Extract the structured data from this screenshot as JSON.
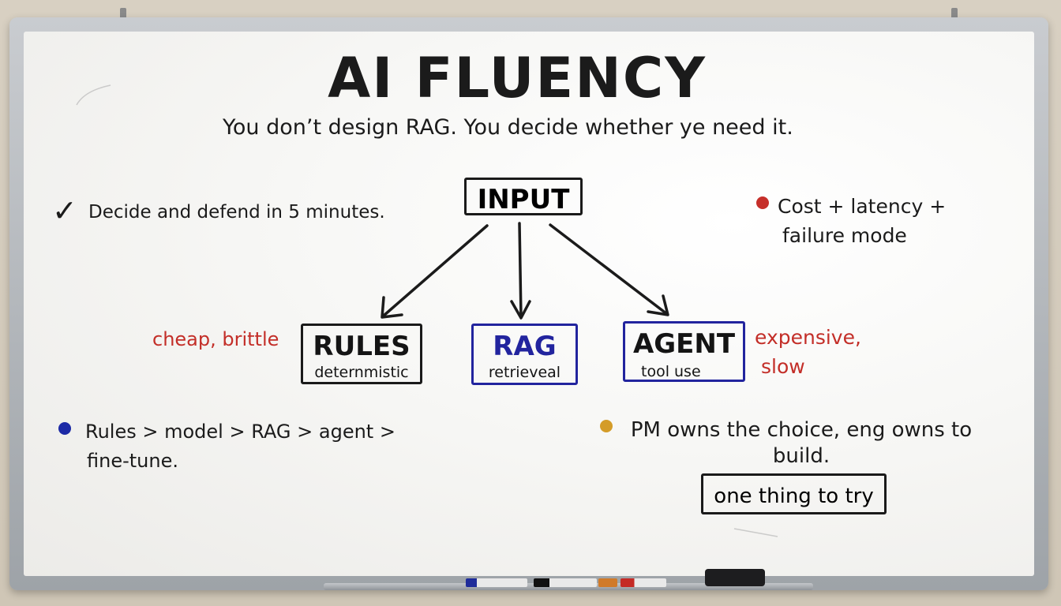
{
  "board": {
    "title": "AI FLUENCY",
    "subtitle": "You don’t design RAG. You decide whether ye need it.",
    "check_symbol": "✓",
    "decide_text": "Decide and defend in 5 minutes.",
    "cost_text": [
      "Cost + latency +",
      "failure mode"
    ],
    "diagram": {
      "input": "INPUT",
      "rules": {
        "title": "RULES",
        "sub": "deternmistic"
      },
      "rag": {
        "title": "RAG",
        "sub": "retrieveal"
      },
      "agent": {
        "title": "AGENT",
        "sub": "tool use"
      }
    },
    "cheap_note": "cheap, brittle",
    "expensive_note": [
      "expensive,",
      "slow"
    ],
    "order_text": [
      "Rules > model > RAG > agent >",
      "fine-tune."
    ],
    "pm_text": [
      "PM owns the choice, eng owns to",
      "build."
    ],
    "try_box": "one thing to try"
  },
  "colors": {
    "ink_black": "#1b1b1b",
    "ink_red": "#c32e28",
    "ink_blue": "#22249e",
    "dot_gold": "#d49c28"
  }
}
